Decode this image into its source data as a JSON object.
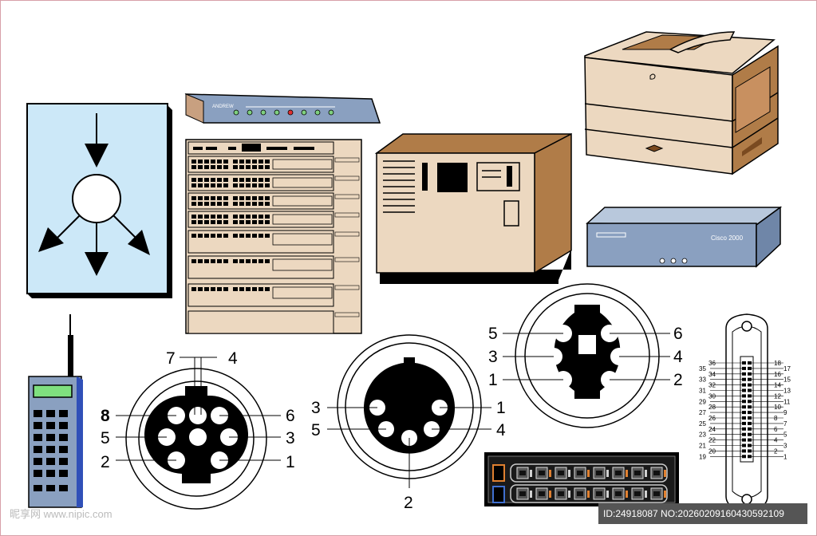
{
  "colors": {
    "tan": "#ecd8c0",
    "brown": "#b07c48",
    "darkbrown": "#7a4a20",
    "lightblue": "#cce8f8",
    "steel": "#8aa0c0",
    "black": "#000000"
  },
  "labels": {
    "andrew": "ANDREW",
    "cisco": "Cisco 2000"
  },
  "pins8": {
    "p1": "1",
    "p2": "2",
    "p3": "3",
    "p4": "4",
    "p5": "5",
    "p6": "6",
    "p7": "7",
    "p8": "8"
  },
  "pins5": {
    "p1": "1",
    "p2": "2",
    "p3": "3",
    "p4": "4",
    "p5": "5"
  },
  "pins6": {
    "p1": "1",
    "p2": "2",
    "p3": "3",
    "p4": "4",
    "p5": "5",
    "p6": "6"
  },
  "centronics": {
    "left": [
      "36",
      "35",
      "34",
      "33",
      "32",
      "31",
      "30",
      "29",
      "28",
      "27",
      "26",
      "25",
      "24",
      "23",
      "22",
      "21",
      "20",
      "19"
    ],
    "right": [
      "18",
      "17",
      "16",
      "15",
      "14",
      "13",
      "12",
      "11",
      "10",
      "9",
      "8",
      "7",
      "6",
      "5",
      "4",
      "3",
      "2",
      "1"
    ]
  },
  "watermark": "昵享网 www.nipic.com",
  "image_id": "ID:24918087 NO:20260209160430592109"
}
